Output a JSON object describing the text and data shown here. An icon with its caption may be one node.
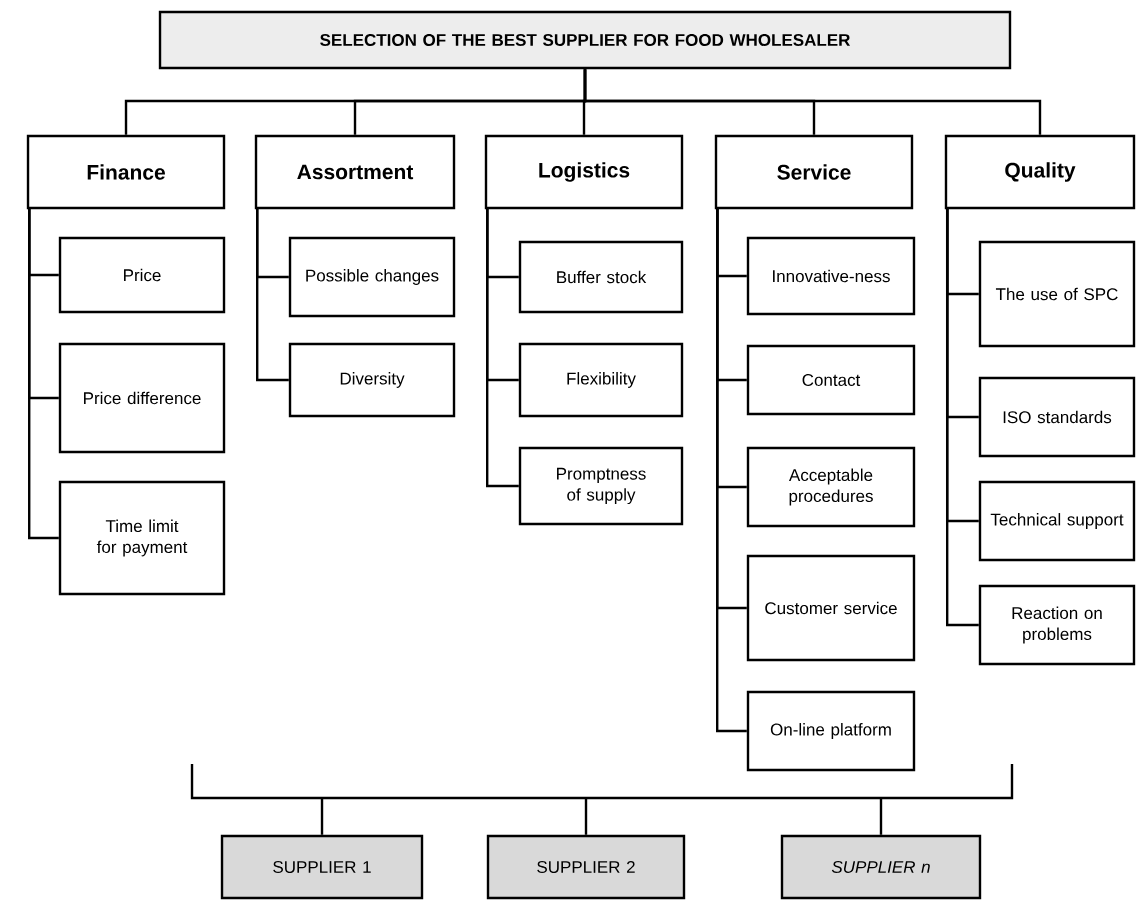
{
  "diagram": {
    "nodes": [
      {
        "text": [
          "SELECTION OF THE BEST SUPPLIER FOR FOOD WHOLESALER"
        ]
      },
      {
        "text": [
          "Finance"
        ]
      },
      {
        "text": [
          "Price"
        ]
      },
      {
        "text": [
          "Price difference"
        ]
      },
      {
        "text": [
          "Time limit for payment"
        ]
      },
      {
        "text": [
          "Assortment"
        ]
      },
      {
        "text": [
          "Possible changes"
        ]
      },
      {
        "text": [
          "Diversity"
        ]
      },
      {
        "text": [
          "Logistics"
        ]
      },
      {
        "text": [
          "Buffer stock"
        ]
      },
      {
        "text": [
          "Flexibility"
        ]
      },
      {
        "text": [
          "Promptness of supply"
        ]
      },
      {
        "text": [
          "Service"
        ]
      },
      {
        "text": [
          "Innovative-ness"
        ]
      },
      {
        "text": [
          "Contact"
        ]
      },
      {
        "text": [
          "Acceptable procedures"
        ]
      },
      {
        "text": [
          "Customer service"
        ]
      },
      {
        "text": [
          "On-line platform"
        ]
      },
      {
        "text": [
          "Quality"
        ]
      },
      {
        "text": [
          "The use of SPC"
        ]
      },
      {
        "text": [
          "ISO standards"
        ]
      },
      {
        "text": [
          "Technical support"
        ]
      },
      {
        "text": [
          "Reaction on problems"
        ]
      },
      {
        "text": [],
        "shape": "bracket"
      },
      {
        "text": [
          "SUPPLIER 1"
        ]
      },
      {
        "text": [
          "SUPPLIER 2"
        ]
      },
      {
        "text": [
          "SUPPLIER n"
        ]
      }
    ],
    "edges": [
      {
        "from": 0,
        "to": 1,
        "arrow": "none"
      },
      {
        "from": 0,
        "to": 5,
        "arrow": "none"
      },
      {
        "from": 0,
        "to": 8,
        "arrow": "none"
      },
      {
        "from": 0,
        "to": 12,
        "arrow": "none"
      },
      {
        "from": 0,
        "to": 18,
        "arrow": "none"
      },
      {
        "from": 1,
        "to": 2,
        "arrow": "none"
      },
      {
        "from": 1,
        "to": 3,
        "arrow": "none"
      },
      {
        "from": 1,
        "to": 4,
        "arrow": "none"
      },
      {
        "from": 5,
        "to": 6,
        "arrow": "none"
      },
      {
        "from": 5,
        "to": 7,
        "arrow": "none"
      },
      {
        "from": 8,
        "to": 9,
        "arrow": "none"
      },
      {
        "from": 8,
        "to": 10,
        "arrow": "none"
      },
      {
        "from": 8,
        "to": 11,
        "arrow": "none"
      },
      {
        "from": 12,
        "to": 13,
        "arrow": "none"
      },
      {
        "from": 12,
        "to": 14,
        "arrow": "none"
      },
      {
        "from": 12,
        "to": 15,
        "arrow": "none"
      },
      {
        "from": 12,
        "to": 16,
        "arrow": "none"
      },
      {
        "from": 12,
        "to": 17,
        "arrow": "none"
      },
      {
        "from": 18,
        "to": 19,
        "arrow": "none"
      },
      {
        "from": 18,
        "to": 20,
        "arrow": "none"
      },
      {
        "from": 18,
        "to": 21,
        "arrow": "none"
      },
      {
        "from": 18,
        "to": 22,
        "arrow": "none"
      },
      {
        "from": 23,
        "to": 24,
        "arrow": "none"
      },
      {
        "from": 23,
        "to": 25,
        "arrow": "none"
      },
      {
        "from": 23,
        "to": 26,
        "arrow": "none"
      }
    ]
  }
}
